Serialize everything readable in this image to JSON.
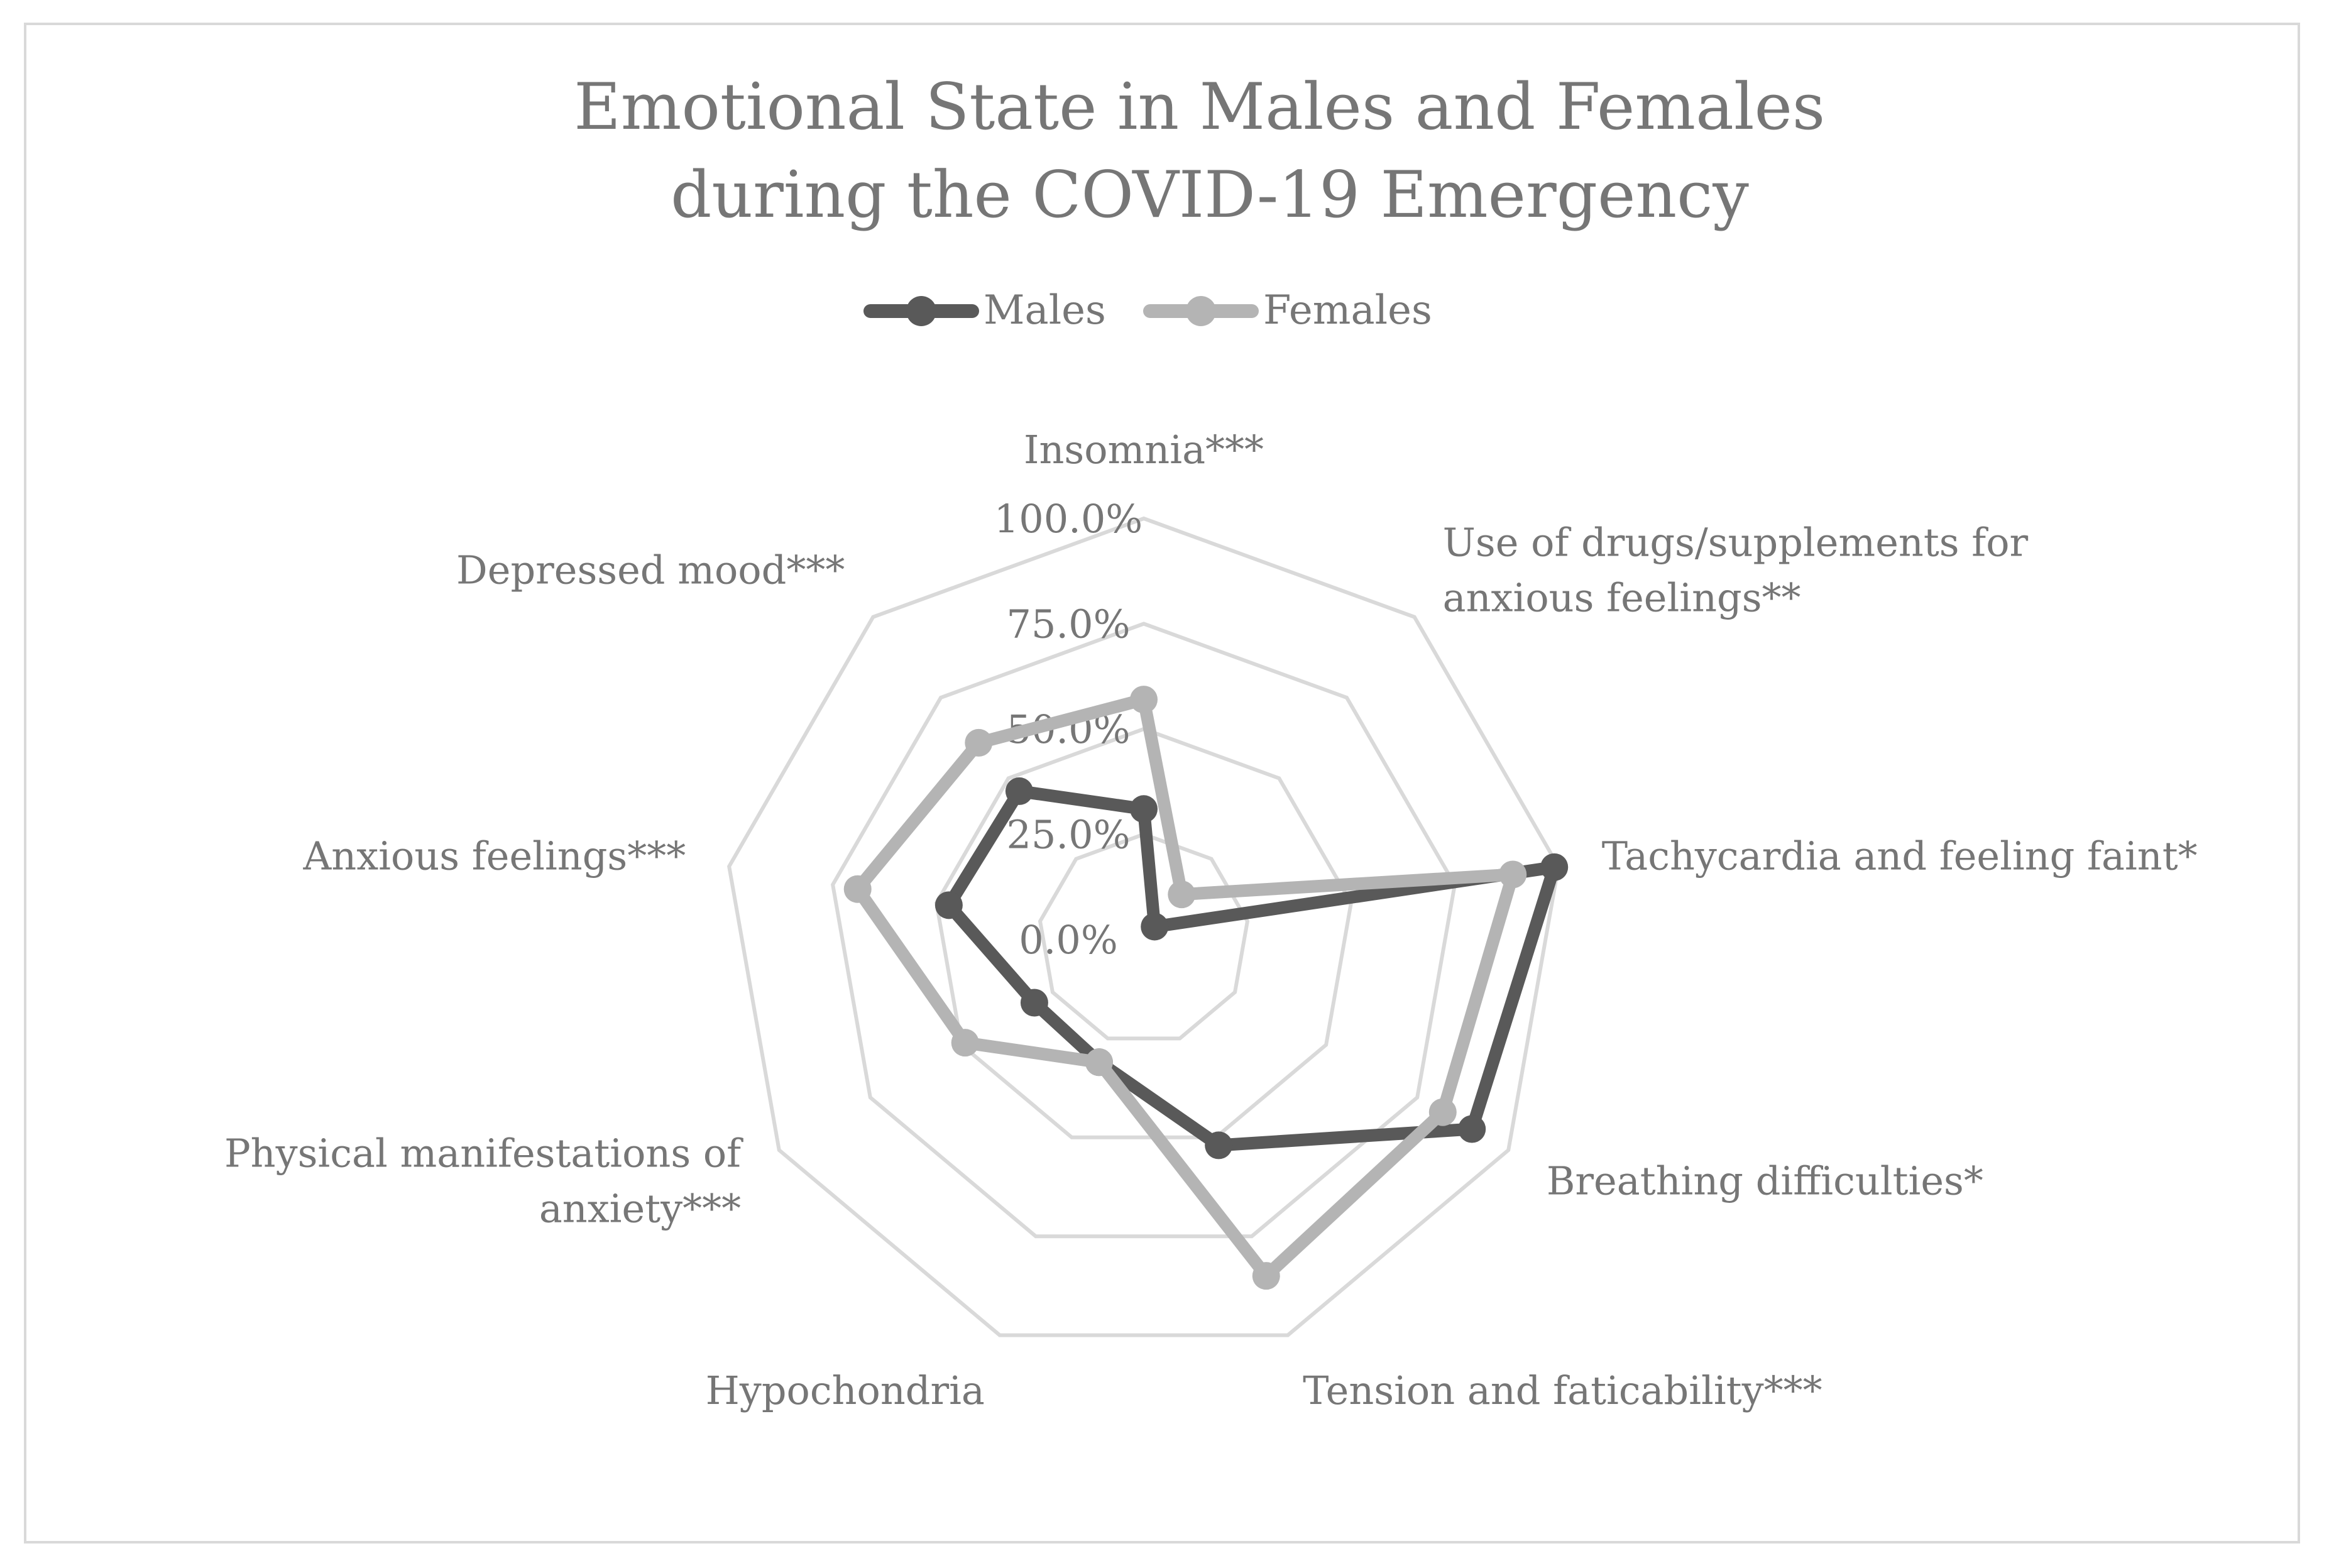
{
  "chart_data": {
    "type": "radar",
    "title_lines": [
      "Emotional State in Males and Females",
      "during the COVID-19 Emergency"
    ],
    "categories": [
      "Insomnia***",
      "Use of drugs/supplements for anxious feelings**",
      "Tachycardia and feeling faint*",
      "Breathing difficulties*",
      "Tension and faticability***",
      "Hypochondria",
      "Physical manifestations of anxiety***",
      "Anxious feelings***",
      "Depressed mood***"
    ],
    "category_lines": [
      [
        "Insomnia***"
      ],
      [
        "Use of drugs/supplements for",
        "anxious feelings**"
      ],
      [
        "Tachycardia and feeling faint*"
      ],
      [
        "Breathing difficulties*"
      ],
      [
        "Tension and faticability***"
      ],
      [
        "Hypochondria"
      ],
      [
        "Physical manifestations of",
        "anxiety***"
      ],
      [
        "Anxious feelings***"
      ],
      [
        "Depressed mood***"
      ]
    ],
    "radial_ticks": [
      "0.0%",
      "25.0%",
      "50.0%",
      "75.0%",
      "100.0%"
    ],
    "rlim": [
      0,
      100
    ],
    "grid": true,
    "legend_position": "top",
    "series": [
      {
        "name": "Males",
        "color": "#595959",
        "values": [
          31,
          4,
          99,
          90,
          52,
          31,
          30,
          47,
          46
        ]
      },
      {
        "name": "Females",
        "color": "#b4b4b4",
        "values": [
          57,
          14,
          89,
          82,
          85,
          31,
          49,
          69,
          61
        ]
      }
    ],
    "grid_color": "#d9d9d9",
    "text_color": "#767676"
  }
}
